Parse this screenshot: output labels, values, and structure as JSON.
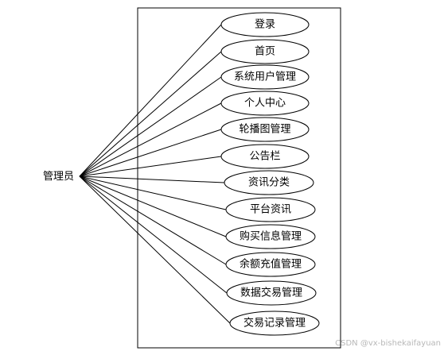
{
  "actor": {
    "label": "管理员"
  },
  "use_cases": [
    {
      "id": "login",
      "label": "登录"
    },
    {
      "id": "home",
      "label": "首页"
    },
    {
      "id": "system-user-mgmt",
      "label": "系统用户管理"
    },
    {
      "id": "personal-center",
      "label": "个人中心"
    },
    {
      "id": "carousel-mgmt",
      "label": "轮播图管理"
    },
    {
      "id": "bulletin-board",
      "label": "公告栏"
    },
    {
      "id": "news-category",
      "label": "资讯分类"
    },
    {
      "id": "platform-news",
      "label": "平台资讯"
    },
    {
      "id": "purchase-info-mgmt",
      "label": "购买信息管理"
    },
    {
      "id": "balance-recharge-mgmt",
      "label": "余额充值管理"
    },
    {
      "id": "data-trade-mgmt",
      "label": "数据交易管理"
    },
    {
      "id": "trade-record-mgmt",
      "label": "交易记录管理"
    }
  ],
  "watermark": "CSDN @vx-bishekaifayuan"
}
